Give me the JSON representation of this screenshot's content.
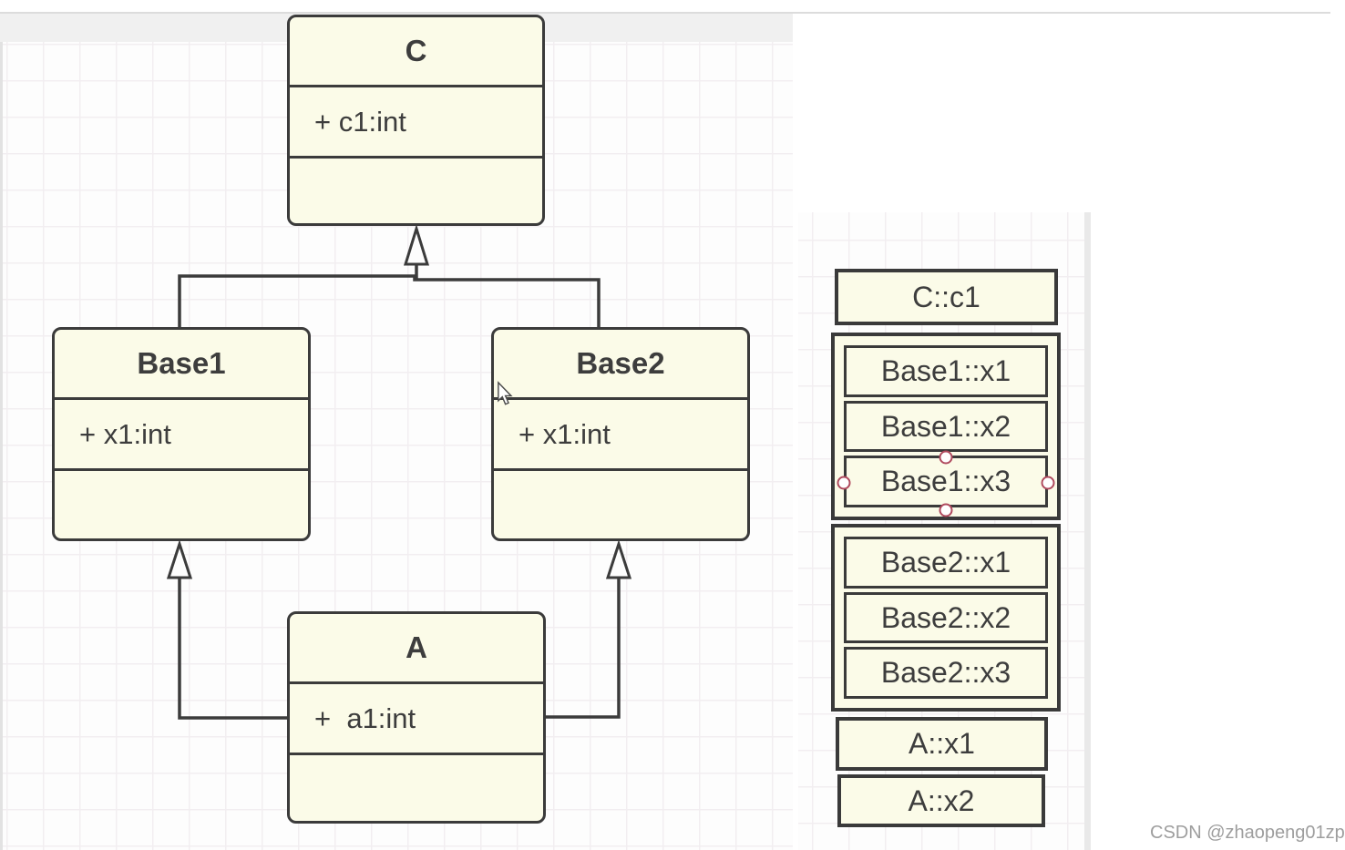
{
  "diagram": {
    "classes": [
      {
        "name": "C",
        "attribute": "+ c1:int"
      },
      {
        "name": "Base1",
        "attribute": "+ x1:int"
      },
      {
        "name": "Base2",
        "attribute": "+ x1:int"
      },
      {
        "name": "A",
        "attribute": "+  a1:int"
      }
    ],
    "relations": [
      {
        "from": "Base1",
        "to": "C",
        "type": "generalization"
      },
      {
        "from": "Base2",
        "to": "C",
        "type": "generalization"
      },
      {
        "from": "A",
        "to": "Base1",
        "type": "generalization"
      },
      {
        "from": "A",
        "to": "Base2",
        "type": "generalization"
      }
    ]
  },
  "memory_layout": {
    "rows_top": [
      "C::c1"
    ],
    "groups": [
      {
        "rows": [
          "Base1::x1",
          "Base1::x2",
          "Base1::x3"
        ]
      },
      {
        "rows": [
          "Base2::x1",
          "Base2::x2",
          "Base2::x3"
        ]
      }
    ],
    "rows_bottom": [
      "A::x1",
      "A::x2"
    ]
  },
  "watermark": {
    "text": "CSDN @zhaopeng01zp"
  },
  "pointer": {
    "icon": "arrow-cursor"
  },
  "colors": {
    "node_fill": "#fbfbe8",
    "node_border": "#3b3b3b",
    "node_text": "#3d3d3d",
    "selection_handle": "#b04a5e",
    "grid_line": "#f2eef1",
    "top_bar": "#f0f0f0",
    "scroll_strip": "#e9e9e9",
    "watermark": "#9e9e9e"
  }
}
